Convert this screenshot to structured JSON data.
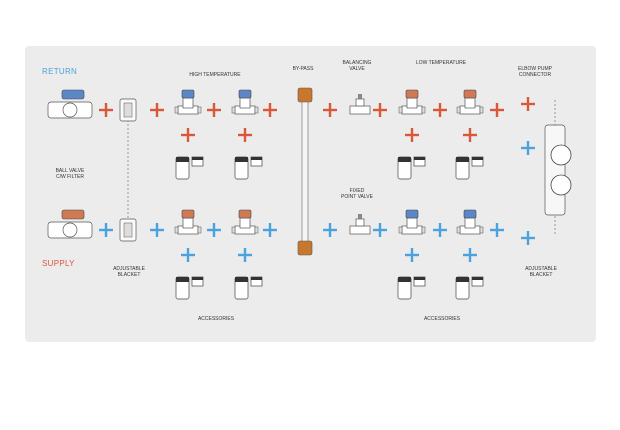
{
  "labels": {
    "return": "RETURN",
    "supply": "SUPPLY",
    "high_temperature": "HIGH TEMPERATURE",
    "bypass": "BY-PASS",
    "balancing_valve": "BALANCING\nVALVE",
    "low_temperature": "LOW TEMPERATURE",
    "elbow_pump_connector": "ELBOW PUMP\nCONNECTOR",
    "ball_valve": "BALL VALVE\nC/W FILTER",
    "fixed_point_valve": "FIXED\nPOINT VALVE",
    "adjustable_blacket_left": "ADJUSTABLE\nBLACKET",
    "adjustable_blacket_right": "ADJUSTABLE\nBLACKET",
    "accessories_left": "ACCESSORIES",
    "accessories_right": "ACCESSORIES"
  },
  "colors": {
    "return_plus": "#d9583a",
    "supply_plus": "#4aa3de",
    "return_text": "#4aa3de",
    "supply_text": "#d9583a",
    "blue_cap": "#5b87c6",
    "orange_cap": "#cf7a55",
    "bypass_cap": "#c8782e"
  }
}
